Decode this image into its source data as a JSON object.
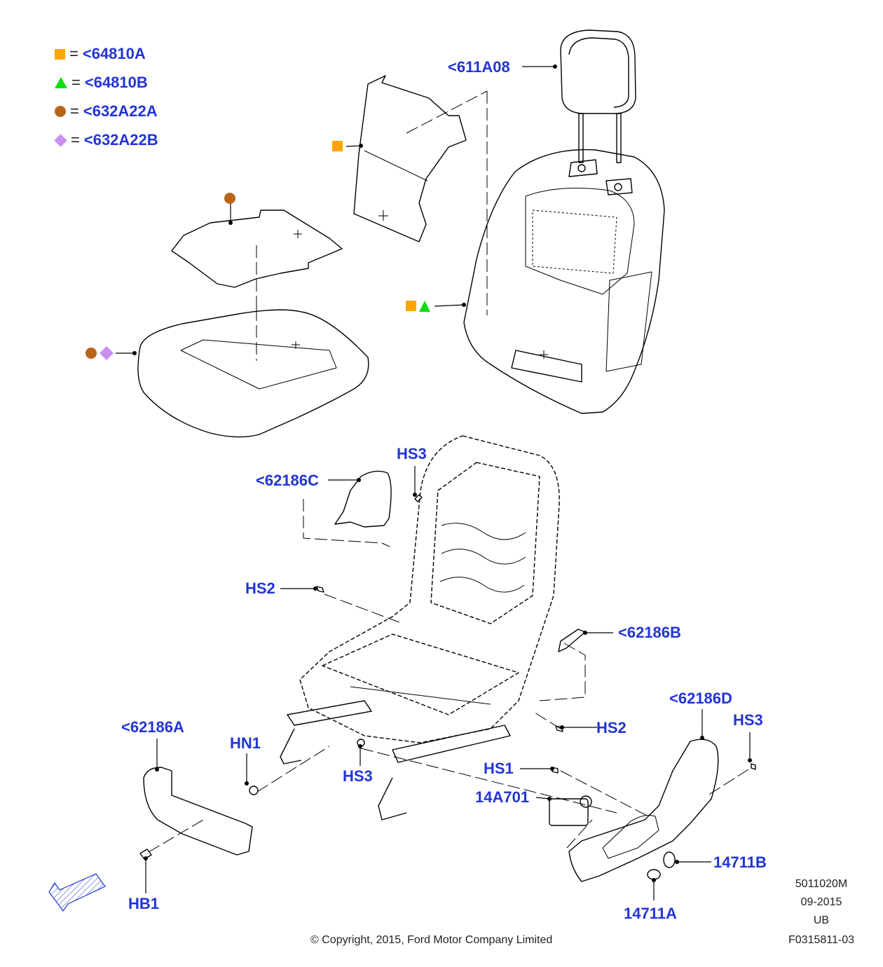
{
  "legend": [
    {
      "symbol": "orange-square",
      "eq": "=",
      "code": "<64810A"
    },
    {
      "symbol": "green-triangle",
      "eq": "=",
      "code": "<64810B"
    },
    {
      "symbol": "brown-circle",
      "eq": "=",
      "code": "<632A22A"
    },
    {
      "symbol": "purple-diamond",
      "eq": "=",
      "code": "<632A22B"
    }
  ],
  "parts": {
    "headrest": "<611A08",
    "shield_upper": "<62186C",
    "bracket_right": "<62186B",
    "shield_left": "<62186A",
    "shield_outer": "<62186D",
    "switch_module": "14A701",
    "knob_b": "14711B",
    "knob_a": "14711A",
    "hs3_top": "HS3",
    "hs2_left": "HS2",
    "hs2_right": "HS2",
    "hs3_right": "HS3",
    "hs3_bottom": "HS3",
    "hs1": "HS1",
    "hn1": "HN1",
    "hb1": "HB1"
  },
  "footer": {
    "copyright": "© Copyright, 2015, Ford Motor Company Limited",
    "code": "5011020M",
    "date": "09-2015",
    "region": "UB",
    "figure": "F0315811-03"
  },
  "colors": {
    "label": "#2234d6",
    "orange": "#ffa500",
    "green": "#10dd10",
    "brown": "#b8651a",
    "purple": "#c98ff2",
    "arrow_fill": "#a8b4ec"
  }
}
